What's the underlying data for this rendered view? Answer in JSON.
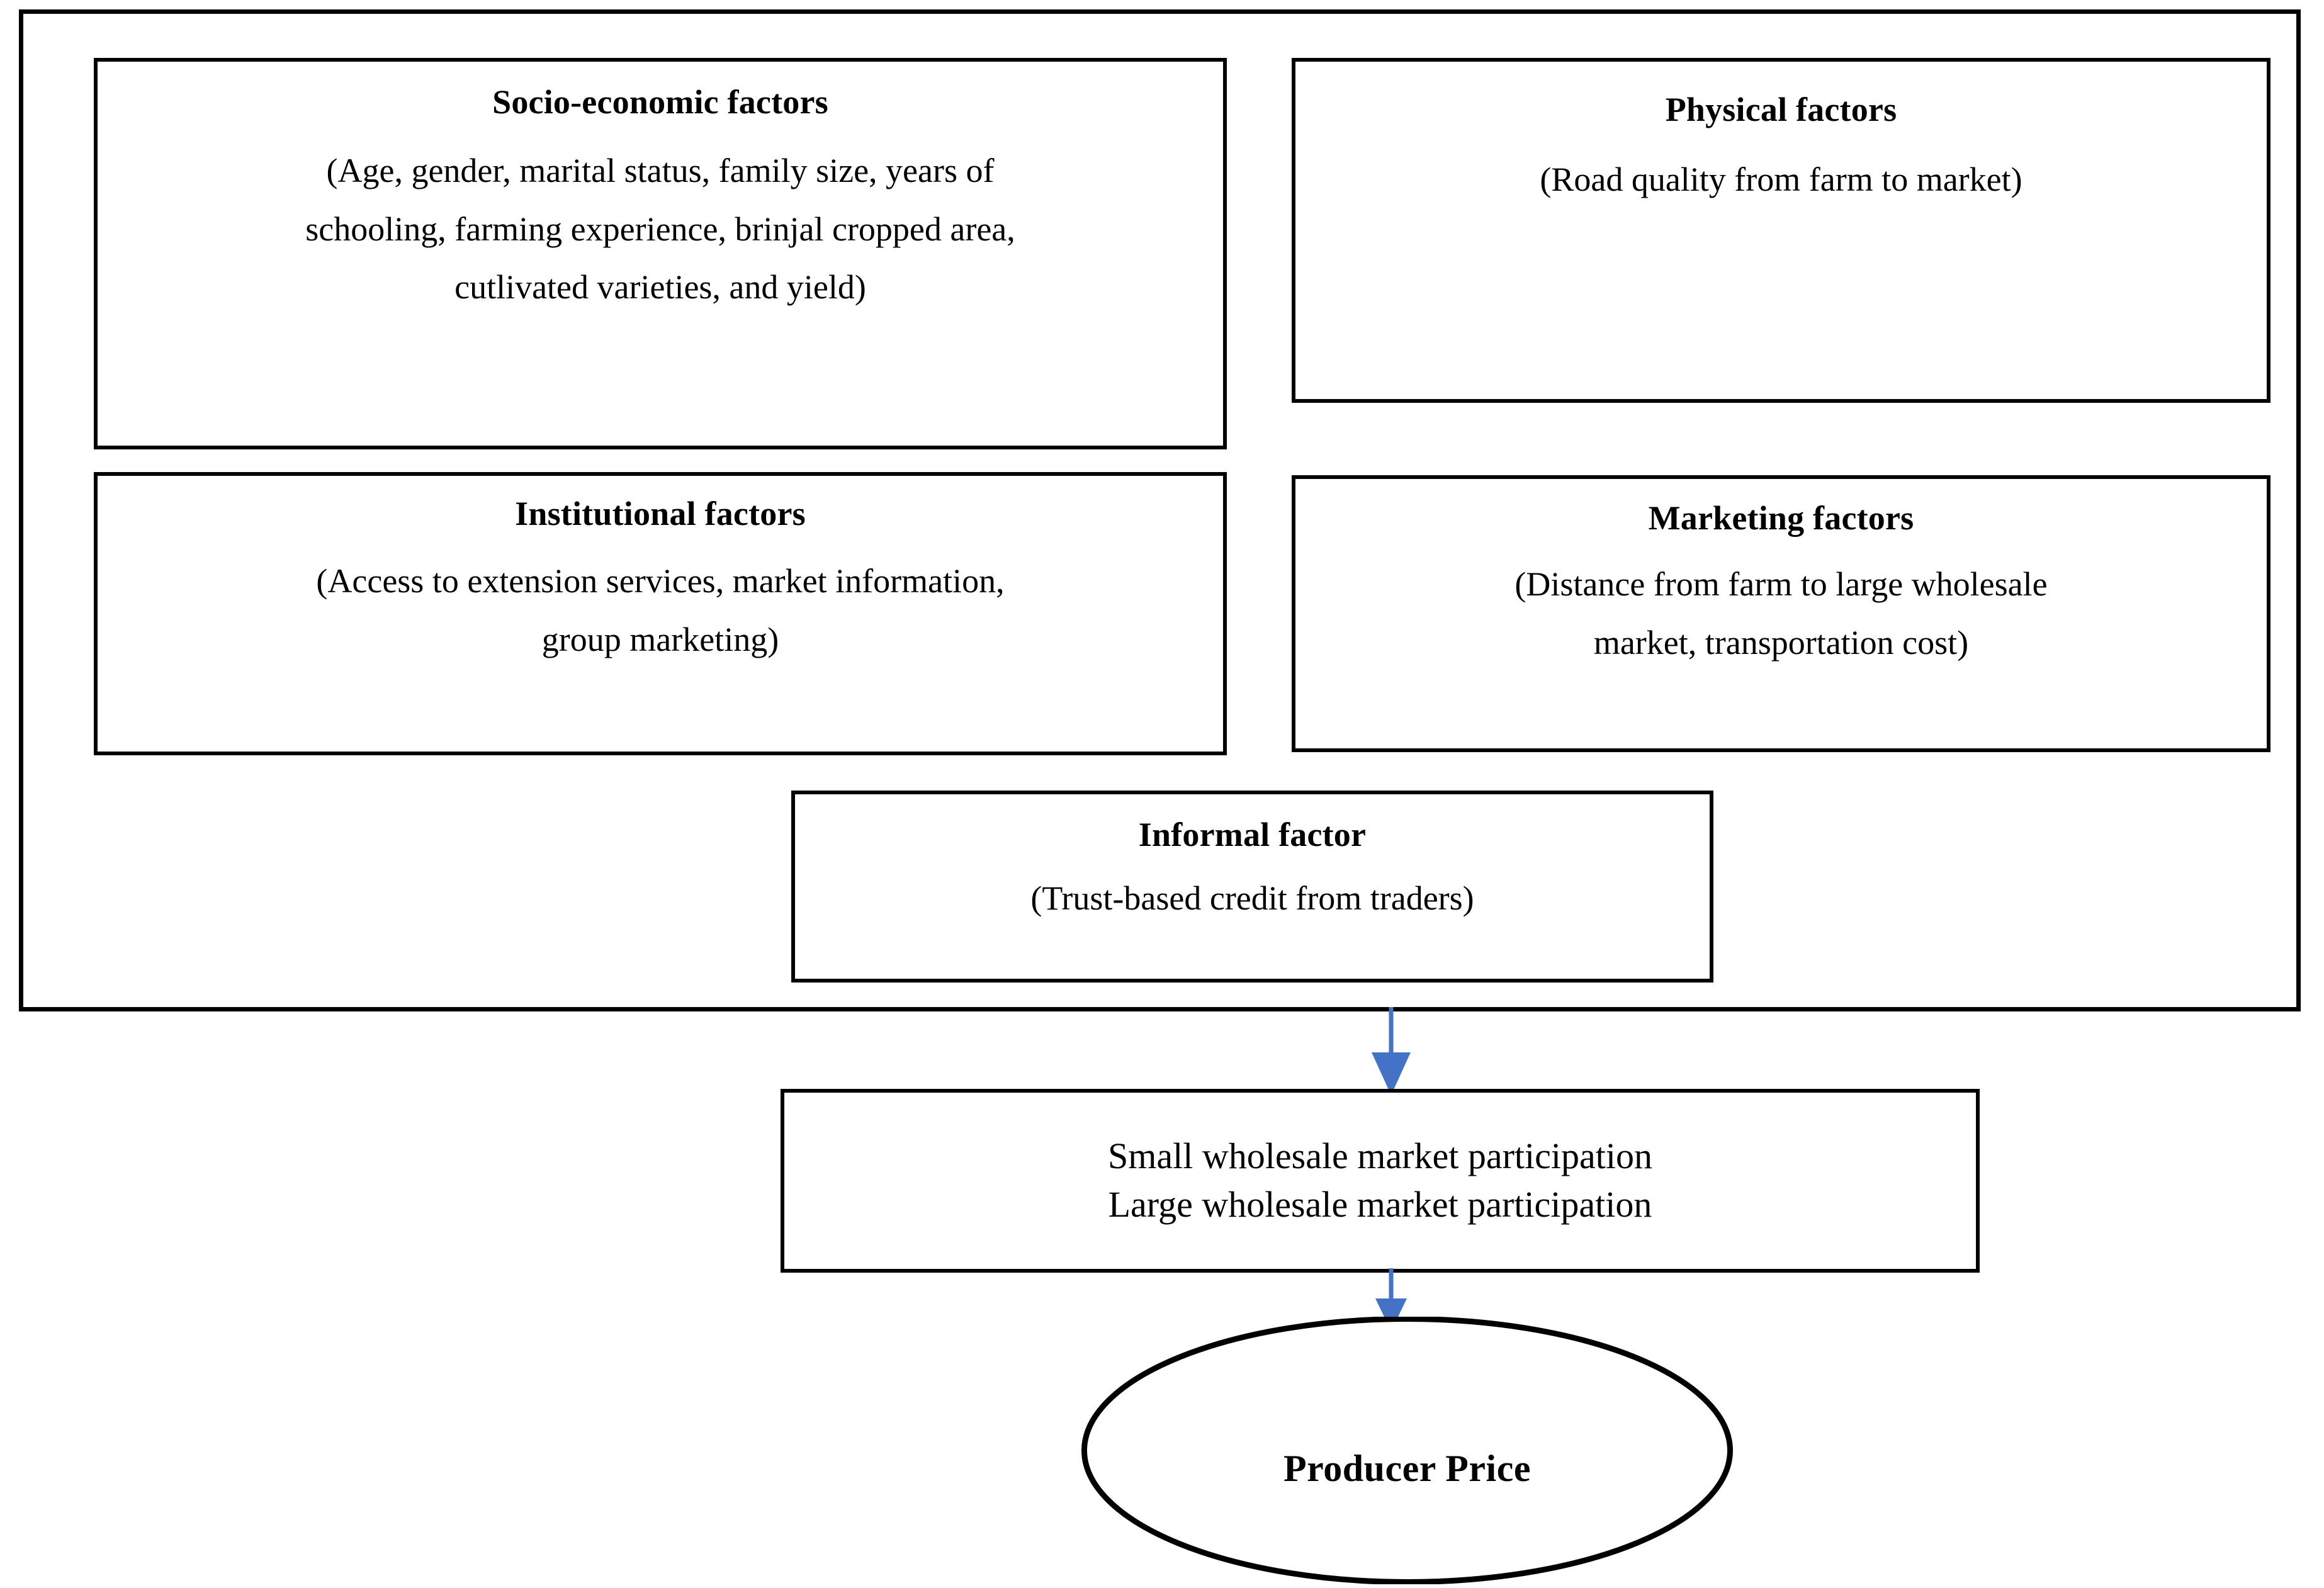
{
  "diagram": {
    "type": "conceptual-framework-flowchart",
    "accent_color": "#4472C4",
    "line_color": "#000000",
    "background_color": "#FFFFFF"
  },
  "factors_container": {
    "boxes": [
      {
        "id": "socio-economic",
        "title": "Socio-economic factors",
        "body_lines": [
          "(Age, gender, marital status, family size, years of",
          "schooling, farming experience, brinjal cropped area,",
          "cutlivated varieties, and yield)"
        ]
      },
      {
        "id": "physical",
        "title": "Physical factors",
        "body_lines": [
          "(Road quality from farm to market)"
        ]
      },
      {
        "id": "institutional",
        "title": "Institutional factors",
        "body_lines": [
          "(Access to extension services, market information,",
          "group marketing)"
        ]
      },
      {
        "id": "marketing",
        "title": "Marketing factors",
        "body_lines": [
          "(Distance from farm to large wholesale",
          "market, transportation cost)"
        ]
      },
      {
        "id": "informal",
        "title": "Informal factor",
        "body_lines": [
          "(Trust-based credit from traders)"
        ]
      }
    ]
  },
  "participation": {
    "lines": [
      "Small wholesale market participation",
      "Large wholesale market participation"
    ]
  },
  "outcome": {
    "label": "Producer Price"
  },
  "connectors": [
    {
      "id": "factors-to-participation",
      "from": "factors_container",
      "to": "participation",
      "direction": "down",
      "color": "#4472C4"
    },
    {
      "id": "participation-to-outcome",
      "from": "participation",
      "to": "outcome",
      "direction": "down",
      "color": "#4472C4"
    }
  ]
}
